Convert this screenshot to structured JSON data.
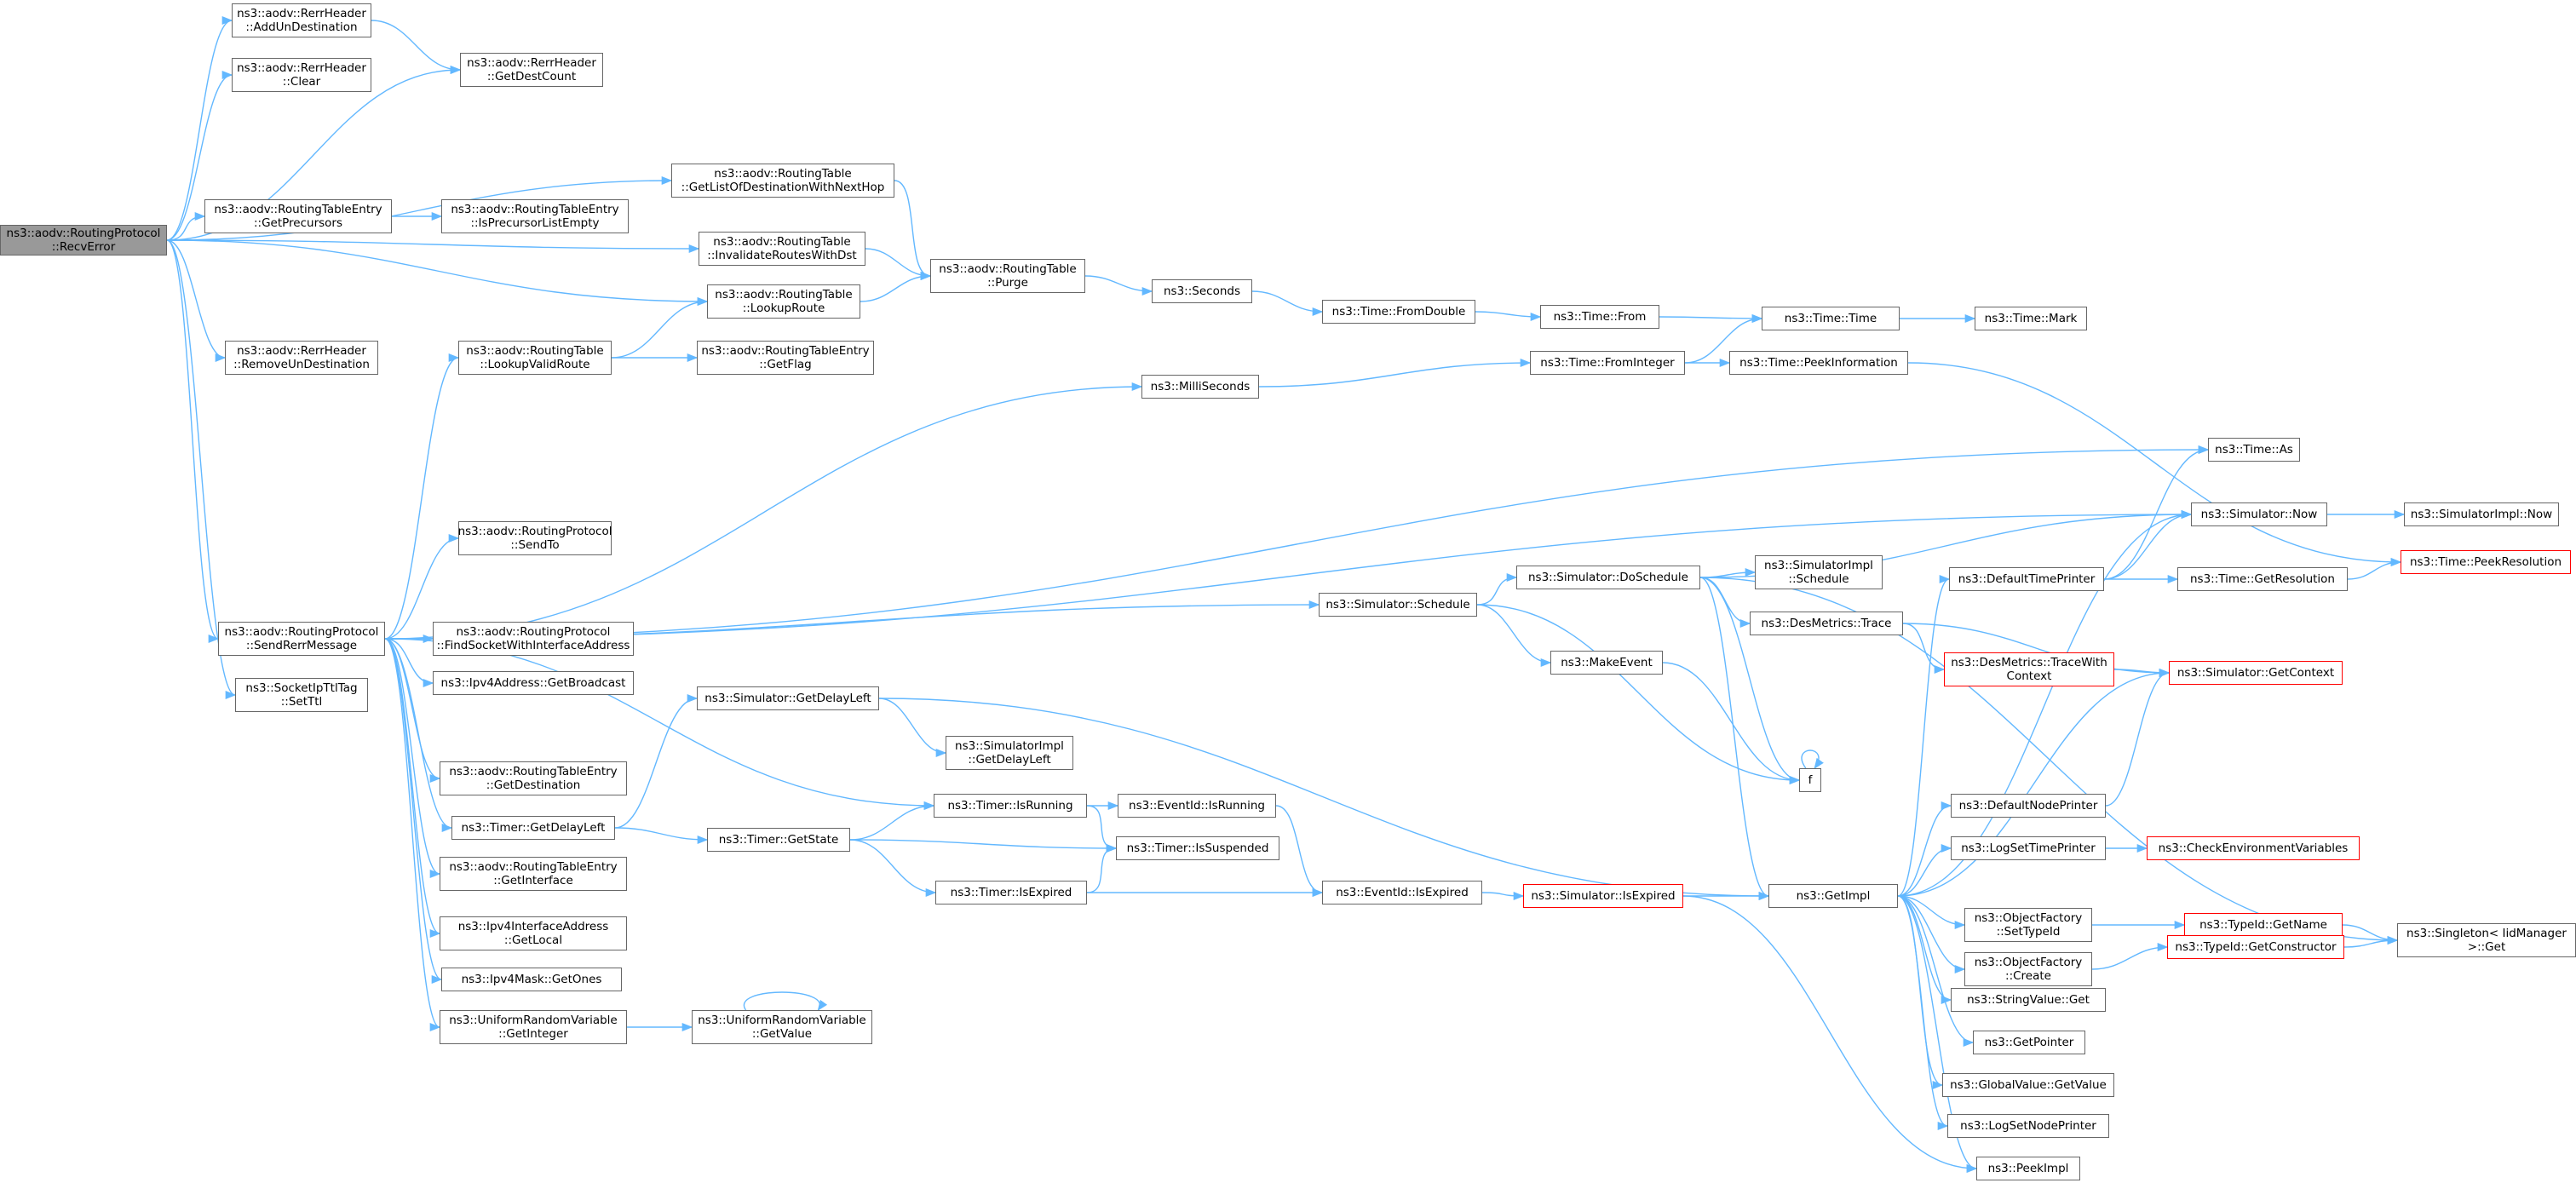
{
  "colors": {
    "edge": "#63b8ff",
    "border": "#666666",
    "root_fill": "#999999",
    "red_border": "#ff0000"
  },
  "nodes": [
    {
      "id": "root",
      "l1": "ns3::aodv::RoutingProtocol",
      "l2": "::RecvError",
      "root": true
    },
    {
      "id": "n1",
      "l1": "ns3::aodv::RerrHeader",
      "l2": "::AddUnDestination"
    },
    {
      "id": "n2",
      "l1": "ns3::aodv::RerrHeader",
      "l2": "::Clear"
    },
    {
      "id": "n3",
      "l1": "ns3::aodv::RerrHeader",
      "l2": "::GetDestCount"
    },
    {
      "id": "n4",
      "l1": "ns3::aodv::RoutingTable",
      "l2": "::GetListOfDestinationWithNextHop"
    },
    {
      "id": "n5",
      "l1": "ns3::aodv::RoutingTableEntry",
      "l2": "::GetPrecursors"
    },
    {
      "id": "n6",
      "l1": "ns3::aodv::RoutingTableEntry",
      "l2": "::IsPrecursorListEmpty"
    },
    {
      "id": "n7",
      "l1": "ns3::aodv::RoutingTable",
      "l2": "::InvalidateRoutesWithDst"
    },
    {
      "id": "n8",
      "l1": "ns3::aodv::RoutingTable",
      "l2": "::Purge"
    },
    {
      "id": "n9",
      "l1": "ns3::aodv::RoutingTable",
      "l2": "::LookupRoute"
    },
    {
      "id": "n10",
      "l1": "ns3::Seconds",
      "l2": ""
    },
    {
      "id": "n11",
      "l1": "ns3::Time::FromDouble",
      "l2": ""
    },
    {
      "id": "n12",
      "l1": "ns3::Time::From",
      "l2": ""
    },
    {
      "id": "n13",
      "l1": "ns3::Time::Time",
      "l2": ""
    },
    {
      "id": "n14",
      "l1": "ns3::Time::Mark",
      "l2": ""
    },
    {
      "id": "n15",
      "l1": "ns3::aodv::RerrHeader",
      "l2": "::RemoveUnDestination"
    },
    {
      "id": "n16",
      "l1": "ns3::aodv::RoutingTable",
      "l2": "::LookupValidRoute"
    },
    {
      "id": "n17",
      "l1": "ns3::aodv::RoutingTableEntry",
      "l2": "::GetFlag"
    },
    {
      "id": "n18",
      "l1": "ns3::Time::FromInteger",
      "l2": ""
    },
    {
      "id": "n19",
      "l1": "ns3::Time::PeekInformation",
      "l2": ""
    },
    {
      "id": "n20",
      "l1": "ns3::MilliSeconds",
      "l2": ""
    },
    {
      "id": "n21",
      "l1": "ns3::Time::As",
      "l2": ""
    },
    {
      "id": "n22",
      "l1": "ns3::Simulator::Now",
      "l2": ""
    },
    {
      "id": "n23",
      "l1": "ns3::SimulatorImpl::Now",
      "l2": ""
    },
    {
      "id": "n24",
      "l1": "ns3::aodv::RoutingProtocol",
      "l2": "::SendTo"
    },
    {
      "id": "n25",
      "l1": "ns3::Time::PeekResolution",
      "l2": "",
      "red": true
    },
    {
      "id": "n26",
      "l1": "ns3::Simulator::DoSchedule",
      "l2": ""
    },
    {
      "id": "n27",
      "l1": "ns3::SimulatorImpl",
      "l2": "::Schedule"
    },
    {
      "id": "n28",
      "l1": "ns3::DefaultTimePrinter",
      "l2": ""
    },
    {
      "id": "n29",
      "l1": "ns3::Time::GetResolution",
      "l2": ""
    },
    {
      "id": "n30",
      "l1": "ns3::aodv::RoutingProtocol",
      "l2": "::SendRerrMessage"
    },
    {
      "id": "n31",
      "l1": "ns3::Simulator::Schedule",
      "l2": ""
    },
    {
      "id": "n32",
      "l1": "ns3::aodv::RoutingProtocol",
      "l2": "::FindSocketWithInterfaceAddress"
    },
    {
      "id": "n33",
      "l1": "ns3::DesMetrics::Trace",
      "l2": ""
    },
    {
      "id": "n34",
      "l1": "ns3::Ipv4Address::GetBroadcast",
      "l2": ""
    },
    {
      "id": "n35",
      "l1": "ns3::SocketIpTtlTag",
      "l2": "::SetTtl"
    },
    {
      "id": "n36",
      "l1": "ns3::MakeEvent",
      "l2": ""
    },
    {
      "id": "n37",
      "l1": "ns3::DesMetrics::TraceWith",
      "l2": "Context",
      "red": true
    },
    {
      "id": "n38",
      "l1": "ns3::Simulator::GetContext",
      "l2": "",
      "red": true
    },
    {
      "id": "n39",
      "l1": "ns3::Simulator::GetDelayLeft",
      "l2": ""
    },
    {
      "id": "n40",
      "l1": "ns3::SimulatorImpl",
      "l2": "::GetDelayLeft"
    },
    {
      "id": "n41",
      "l1": "f",
      "l2": ""
    },
    {
      "id": "n42",
      "l1": "ns3::aodv::RoutingTableEntry",
      "l2": "::GetDestination"
    },
    {
      "id": "n43",
      "l1": "ns3::Timer::IsRunning",
      "l2": ""
    },
    {
      "id": "n44",
      "l1": "ns3::EventId::IsRunning",
      "l2": ""
    },
    {
      "id": "n45",
      "l1": "ns3::DefaultNodePrinter",
      "l2": ""
    },
    {
      "id": "n46",
      "l1": "ns3::Timer::GetDelayLeft",
      "l2": ""
    },
    {
      "id": "n47",
      "l1": "ns3::Timer::GetState",
      "l2": ""
    },
    {
      "id": "n48",
      "l1": "ns3::Timer::IsSuspended",
      "l2": ""
    },
    {
      "id": "n49",
      "l1": "ns3::LogSetTimePrinter",
      "l2": ""
    },
    {
      "id": "n50",
      "l1": "ns3::CheckEnvironmentVariables",
      "l2": "",
      "red": true
    },
    {
      "id": "n51",
      "l1": "ns3::aodv::RoutingTableEntry",
      "l2": "::GetInterface"
    },
    {
      "id": "n52",
      "l1": "ns3::Timer::IsExpired",
      "l2": ""
    },
    {
      "id": "n53",
      "l1": "ns3::EventId::IsExpired",
      "l2": ""
    },
    {
      "id": "n54",
      "l1": "ns3::Simulator::IsExpired",
      "l2": "",
      "red": true
    },
    {
      "id": "n55",
      "l1": "ns3::GetImpl",
      "l2": ""
    },
    {
      "id": "n56",
      "l1": "ns3::ObjectFactory",
      "l2": "::SetTypeId"
    },
    {
      "id": "n57",
      "l1": "ns3::TypeId::GetName",
      "l2": "",
      "red": true
    },
    {
      "id": "n58",
      "l1": "ns3::Singleton< IidManager",
      "l2": " >::Get"
    },
    {
      "id": "n59",
      "l1": "ns3::Ipv4InterfaceAddress",
      "l2": "::GetLocal"
    },
    {
      "id": "n60",
      "l1": "ns3::ObjectFactory",
      "l2": "::Create"
    },
    {
      "id": "n61",
      "l1": "ns3::TypeId::GetConstructor",
      "l2": "",
      "red": true
    },
    {
      "id": "n62",
      "l1": "ns3::Ipv4Mask::GetOnes",
      "l2": ""
    },
    {
      "id": "n63",
      "l1": "ns3::StringValue::Get",
      "l2": ""
    },
    {
      "id": "n64",
      "l1": "ns3::UniformRandomVariable",
      "l2": "::GetInteger"
    },
    {
      "id": "n65",
      "l1": "ns3::UniformRandomVariable",
      "l2": "::GetValue"
    },
    {
      "id": "n66",
      "l1": "ns3::GetPointer",
      "l2": ""
    },
    {
      "id": "n67",
      "l1": "ns3::GlobalValue::GetValue",
      "l2": ""
    },
    {
      "id": "n68",
      "l1": "ns3::LogSetNodePrinter",
      "l2": ""
    },
    {
      "id": "n69",
      "l1": "ns3::PeekImpl",
      "l2": ""
    }
  ],
  "edges": [
    [
      "root",
      "n1"
    ],
    [
      "root",
      "n2"
    ],
    [
      "root",
      "n3"
    ],
    [
      "root",
      "n4"
    ],
    [
      "root",
      "n5"
    ],
    [
      "root",
      "n7"
    ],
    [
      "root",
      "n9"
    ],
    [
      "root",
      "n15"
    ],
    [
      "root",
      "n30"
    ],
    [
      "root",
      "n35"
    ],
    [
      "n1",
      "n3"
    ],
    [
      "n5",
      "n6"
    ],
    [
      "n4",
      "n8"
    ],
    [
      "n7",
      "n8"
    ],
    [
      "n9",
      "n8"
    ],
    [
      "n8",
      "n10"
    ],
    [
      "n10",
      "n11"
    ],
    [
      "n11",
      "n12"
    ],
    [
      "n12",
      "n13"
    ],
    [
      "n13",
      "n14"
    ],
    [
      "n16",
      "n9"
    ],
    [
      "n16",
      "n17"
    ],
    [
      "n20",
      "n18"
    ],
    [
      "n18",
      "n13"
    ],
    [
      "n18",
      "n19"
    ],
    [
      "n19",
      "n25"
    ],
    [
      "n30",
      "n16"
    ],
    [
      "n30",
      "n20"
    ],
    [
      "n30",
      "n21"
    ],
    [
      "n30",
      "n22"
    ],
    [
      "n30",
      "n24"
    ],
    [
      "n30",
      "n31"
    ],
    [
      "n30",
      "n32"
    ],
    [
      "n30",
      "n34"
    ],
    [
      "n30",
      "n42"
    ],
    [
      "n30",
      "n43"
    ],
    [
      "n30",
      "n46"
    ],
    [
      "n30",
      "n51"
    ],
    [
      "n30",
      "n59"
    ],
    [
      "n30",
      "n62"
    ],
    [
      "n30",
      "n64"
    ],
    [
      "n22",
      "n23"
    ],
    [
      "n28",
      "n21"
    ],
    [
      "n28",
      "n22"
    ],
    [
      "n28",
      "n29"
    ],
    [
      "n29",
      "n25"
    ],
    [
      "n31",
      "n26"
    ],
    [
      "n31",
      "n36"
    ],
    [
      "n31",
      "n41"
    ],
    [
      "n26",
      "n22"
    ],
    [
      "n26",
      "n27"
    ],
    [
      "n26",
      "n33"
    ],
    [
      "n26",
      "n55"
    ],
    [
      "n26",
      "n41"
    ],
    [
      "n26",
      "n58"
    ],
    [
      "n33",
      "n37"
    ],
    [
      "n33",
      "n38"
    ],
    [
      "n37",
      "n38"
    ],
    [
      "n36",
      "n41"
    ],
    [
      "n41",
      "n41"
    ],
    [
      "n39",
      "n40"
    ],
    [
      "n39",
      "n55"
    ],
    [
      "n46",
      "n39"
    ],
    [
      "n46",
      "n47"
    ],
    [
      "n47",
      "n43"
    ],
    [
      "n47",
      "n48"
    ],
    [
      "n47",
      "n52"
    ],
    [
      "n43",
      "n44"
    ],
    [
      "n43",
      "n48"
    ],
    [
      "n44",
      "n53"
    ],
    [
      "n52",
      "n48"
    ],
    [
      "n52",
      "n53"
    ],
    [
      "n53",
      "n54"
    ],
    [
      "n54",
      "n55"
    ],
    [
      "n54",
      "n69"
    ],
    [
      "n55",
      "n22"
    ],
    [
      "n55",
      "n28"
    ],
    [
      "n55",
      "n38"
    ],
    [
      "n55",
      "n45"
    ],
    [
      "n55",
      "n49"
    ],
    [
      "n55",
      "n56"
    ],
    [
      "n55",
      "n60"
    ],
    [
      "n55",
      "n63"
    ],
    [
      "n55",
      "n66"
    ],
    [
      "n55",
      "n67"
    ],
    [
      "n55",
      "n68"
    ],
    [
      "n55",
      "n69"
    ],
    [
      "n45",
      "n38"
    ],
    [
      "n49",
      "n50"
    ],
    [
      "n56",
      "n57"
    ],
    [
      "n57",
      "n58"
    ],
    [
      "n60",
      "n61"
    ],
    [
      "n61",
      "n58"
    ],
    [
      "n64",
      "n65"
    ],
    [
      "n65",
      "n65"
    ]
  ]
}
